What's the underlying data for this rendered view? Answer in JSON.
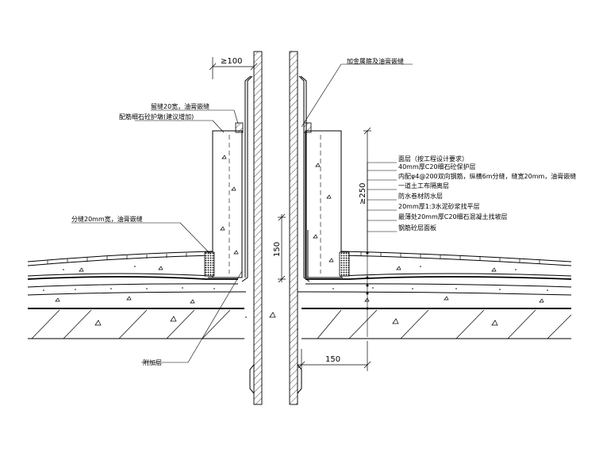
{
  "labels": {
    "top_right": "加金属箍及油膏嵌缝",
    "left_seam": "留缝20宽，油膏嵌缝",
    "left_guard": "配筋细石砼护墩(建议增加)",
    "left_gap": "分缝20mm宽，油膏嵌缝",
    "bottom_left": "附加层"
  },
  "layers": [
    "面层（按工程设计要求）",
    "40mm厚C20细石砼保护层",
    "内配φ4@200双向钢筋，纵横6m分缝，缝宽20mm，油膏嵌缝",
    "一道土工布隔离层",
    "防水卷材防水层",
    "20mm厚1:3水泥砂浆找平层",
    "最薄处20mm厚C20细石混凝土找坡层",
    "钢筋砼层面板"
  ],
  "dimensions": {
    "top_left": "≥100",
    "vertical_right": "≥250",
    "center_left": "150",
    "bottom_right": "150"
  }
}
